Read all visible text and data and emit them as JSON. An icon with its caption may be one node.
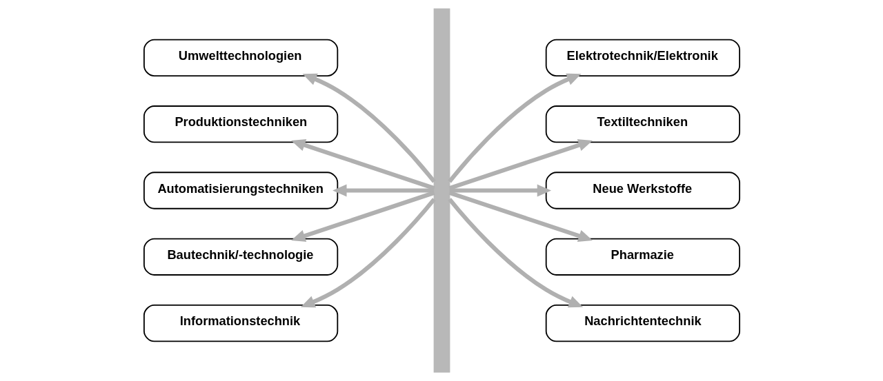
{
  "diagram": {
    "nodes": [
      {
        "text": [
          "Umwelttechnologien"
        ]
      },
      {
        "text": [
          "Elektrotechnik/Elektronik"
        ]
      },
      {
        "text": [
          "Produktionstechniken"
        ]
      },
      {
        "text": [
          "Textiltechniken"
        ]
      },
      {
        "text": [
          "Automatisierungstechniken"
        ]
      },
      {
        "text": [
          "Neue Werkstoffe"
        ]
      },
      {
        "text": [
          "Bautechnik/-technologie"
        ]
      },
      {
        "text": [
          "Pharmazie"
        ]
      },
      {
        "text": [
          "Informationstechnik"
        ]
      },
      {
        "text": [
          "Nachrichtentechnik"
        ]
      },
      {
        "text": [],
        "shape": "bar"
      }
    ],
    "edges": [
      {
        "from": 10,
        "to": 0,
        "arrow": "to"
      },
      {
        "from": 10,
        "to": 1,
        "arrow": "to"
      },
      {
        "from": 10,
        "to": 2,
        "arrow": "to"
      },
      {
        "from": 10,
        "to": 3,
        "arrow": "to"
      },
      {
        "from": 10,
        "to": 4,
        "arrow": "to"
      },
      {
        "from": 10,
        "to": 5,
        "arrow": "to"
      },
      {
        "from": 10,
        "to": 6,
        "arrow": "to"
      },
      {
        "from": 10,
        "to": 7,
        "arrow": "to"
      },
      {
        "from": 10,
        "to": 8,
        "arrow": "to"
      },
      {
        "from": 10,
        "to": 9,
        "arrow": "to"
      }
    ]
  }
}
